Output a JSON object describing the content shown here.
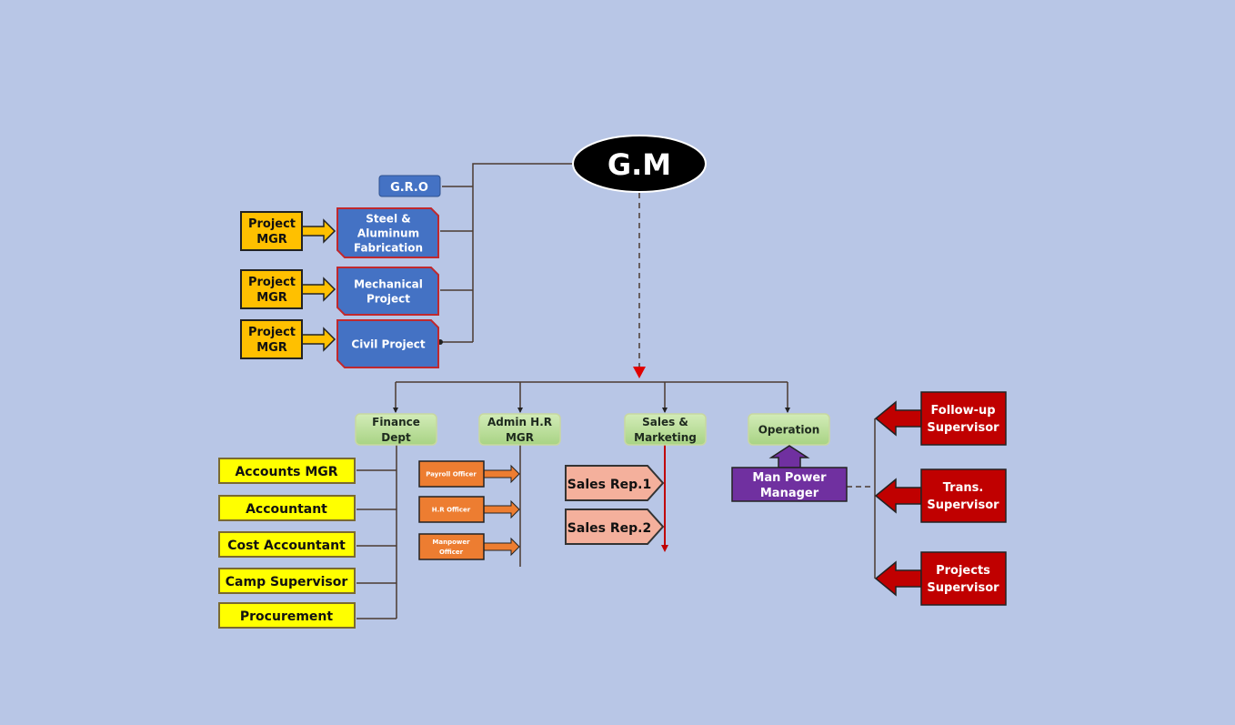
{
  "colors": {
    "background": "#b8c6e6",
    "gm": "#000000",
    "blue_dept": "#4472c4",
    "project_mgr": "#ffc000",
    "green_dept": "#b9dc96",
    "yellow_role": "#ffff00",
    "orange_role": "#ed7d31",
    "sales_rep": "#f4b09c",
    "purple": "#7030a0",
    "red_role": "#c00000"
  },
  "gm": {
    "label": "G.M"
  },
  "gro": {
    "label": "G.R.O"
  },
  "projects": [
    {
      "lines": [
        "Steel &",
        "Aluminum",
        "Fabrication"
      ],
      "manager": [
        "Project",
        "MGR"
      ]
    },
    {
      "lines": [
        "Mechanical",
        "Project"
      ],
      "manager": [
        "Project",
        "MGR"
      ]
    },
    {
      "lines": [
        "Civil Project"
      ],
      "manager": [
        "Project",
        "MGR"
      ]
    }
  ],
  "departments": [
    {
      "lines": [
        "Finance",
        "Dept"
      ]
    },
    {
      "lines": [
        "Admin H.R",
        "MGR"
      ]
    },
    {
      "lines": [
        "Sales &",
        "Marketing"
      ]
    },
    {
      "lines": [
        "Operation"
      ]
    }
  ],
  "finance_roles": [
    "Accounts MGR",
    "Accountant",
    "Cost Accountant",
    "Camp Supervisor",
    "Procurement"
  ],
  "hr_roles": [
    [
      "Payroll Officer"
    ],
    [
      "H.R Officer"
    ],
    [
      "Manpower",
      "Officer"
    ]
  ],
  "sales_roles": [
    "Sales Rep.1",
    "Sales Rep.2"
  ],
  "manpower": {
    "lines": [
      "Man Power",
      "Manager"
    ]
  },
  "supervisors": [
    {
      "lines": [
        "Follow-up",
        "Supervisor"
      ]
    },
    {
      "lines": [
        "Trans.",
        "Supervisor"
      ]
    },
    {
      "lines": [
        "Projects",
        "Supervisor"
      ]
    }
  ]
}
